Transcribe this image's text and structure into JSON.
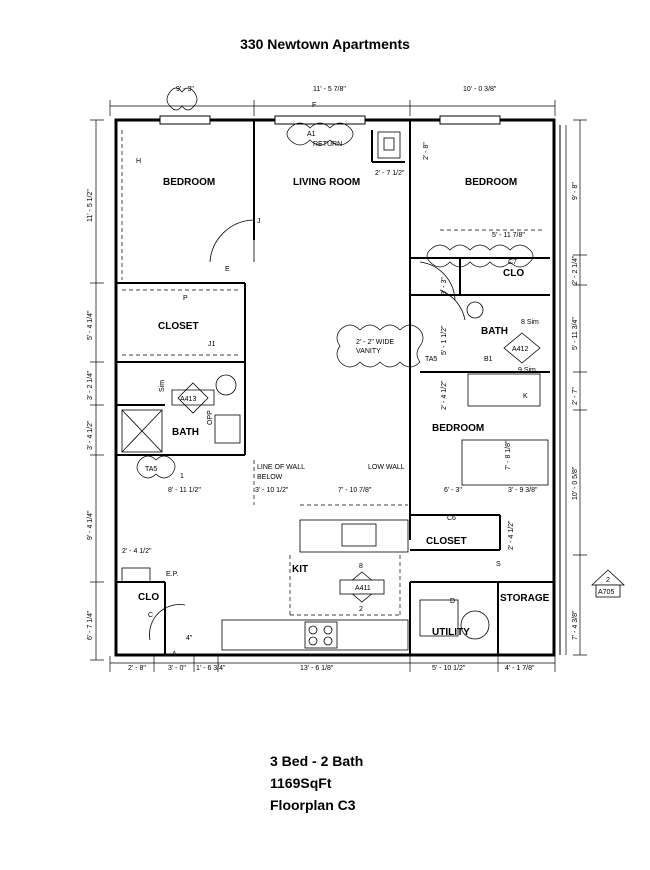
{
  "title": "330 Newtown Apartments",
  "info": {
    "bedbath": "3 Bed - 2 Bath",
    "sqft": "1169SqFt",
    "plan": "Floorplan C3"
  },
  "rooms": {
    "bedroom1": "BEDROOM",
    "living": "LIVING ROOM",
    "bedroom2": "BEDROOM",
    "closet1": "CLOSET",
    "bath1": "BATH",
    "clo_right": "CLO",
    "bath2": "BATH",
    "bedroom3": "BEDROOM",
    "closet2": "CLOSET",
    "kit": "KIT",
    "clo_left": "CLO",
    "storage": "STORAGE",
    "utility": "UTILITY"
  },
  "dims": {
    "top": [
      "9' - 3\"",
      "11' - 5 7/8\"",
      "10' - 0 3/8\""
    ],
    "bottom": [
      "2' - 8\"",
      "3' - 0\"",
      "1' - 6 3/4\"",
      "13' - 6 1/8\"",
      "5' - 10 1/2\"",
      "4' - 1 7/8\""
    ],
    "left": [
      "11' - 5 1/2\"",
      "5' - 4 1/4\"",
      "3' - 2 1/4\"",
      "3' - 4 1/2\"",
      "9' - 4 1/4\"",
      "6' - 7 1/4\""
    ],
    "right": [
      "9' - 8\"",
      "2' - 2 1/4\"",
      "5' - 11 3/4\"",
      "2' - 7\"",
      "10' - 0 5/8\"",
      "7' - 4 3/8\""
    ],
    "interior": {
      "return_w": "2' - 7 1/2\"",
      "return_h": "2' - 8\"",
      "clo_w": "5' - 11 7/8\"",
      "bath1_w": "8' - 11 1/2\"",
      "kit1": "3' - 10 1/2\"",
      "kit2": "7' - 10 7/8\"",
      "bed3_w": "6' - 3\"",
      "bed3_w2": "3' - 9 3/8\"",
      "bed3_h": "7' - 8 1/8\"",
      "bath2_h": "3' - 3\"",
      "bath2_h2": "5' - 1 1/2\"",
      "bath2_h3": "2' - 4 1/2\"",
      "closet2_h": "2' - 4 1/2\"",
      "clo_left_w": "2' - 4 1/2\"",
      "door_4": "4\""
    }
  },
  "notes": {
    "return": "RETURN",
    "vanity_1": "2' - 2\" WIDE",
    "vanity_2": "VANITY",
    "line_wall_1": "LINE OF WALL",
    "line_wall_2": "BELOW",
    "low_wall": "LOW WALL",
    "sim1": "8 Sim",
    "sim2": "9 Sim",
    "sim3": "Sim",
    "opp": "OPP",
    "ep": "E.P."
  },
  "tags": {
    "a1": "A1",
    "b1": "B1",
    "ta5_a": "TA5",
    "ta5_b": "TA5",
    "c7": "C7",
    "c6": "C6",
    "j1": "J1",
    "a411": "A411",
    "a412": "A412",
    "a413": "A413",
    "a705": "A705",
    "sec_num": "2",
    "kit_tag_top": "8",
    "kit_tag_bot": "2",
    "one": "1",
    "h": "H",
    "j": "J",
    "e": "E",
    "p": "P",
    "f": "F",
    "s": "S",
    "k": "K",
    "a": "A",
    "c": "C",
    "d": "D"
  }
}
